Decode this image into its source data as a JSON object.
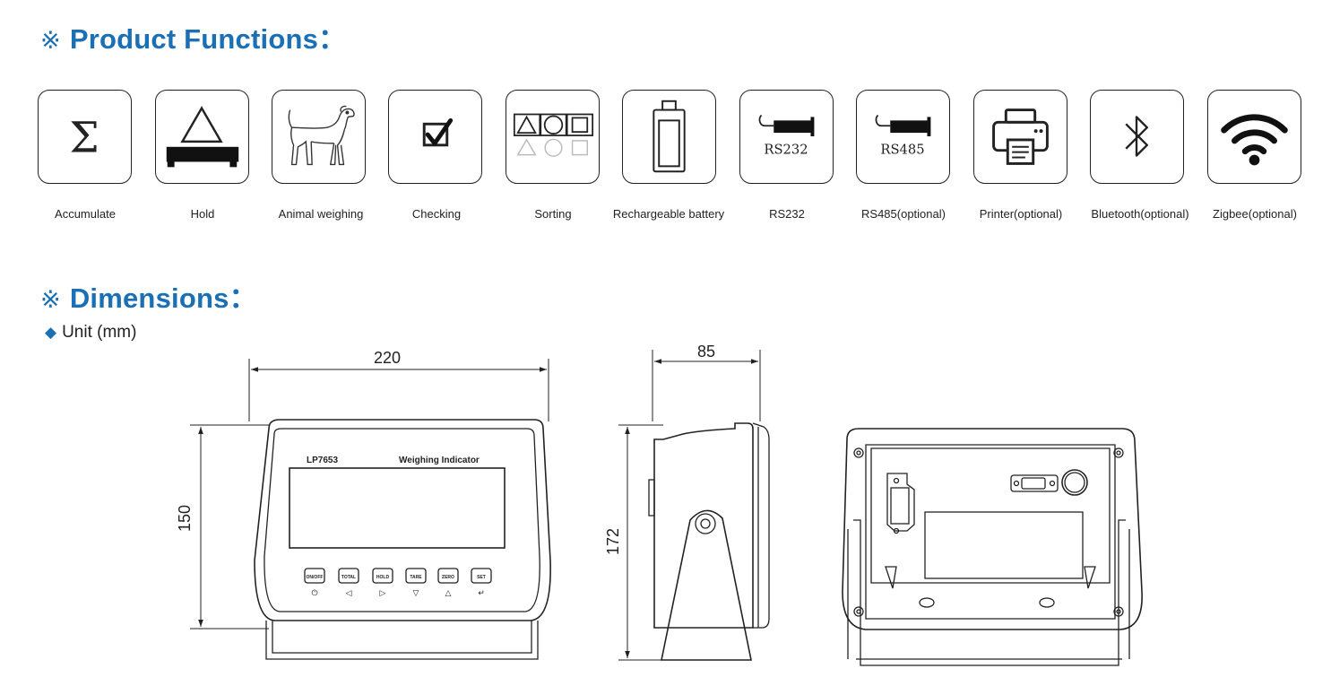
{
  "functions": {
    "heading_mark": "※",
    "heading": "Product Functions：",
    "items": [
      {
        "label": "Accumulate",
        "icon": "sigma-icon"
      },
      {
        "label": "Hold",
        "icon": "hold-platform-icon"
      },
      {
        "label": "Animal weighing",
        "icon": "dog-icon"
      },
      {
        "label": "Checking",
        "icon": "checkbox-icon"
      },
      {
        "label": "Sorting",
        "icon": "shapes-sorting-icon"
      },
      {
        "label": "Rechargeable battery",
        "icon": "battery-icon"
      },
      {
        "label": "RS232",
        "icon": "rs232-cable-icon",
        "plug_text": "RS232"
      },
      {
        "label": "RS485(optional)",
        "icon": "rs485-cable-icon",
        "plug_text": "RS485"
      },
      {
        "label": "Printer(optional)",
        "icon": "printer-icon"
      },
      {
        "label": "Bluetooth(optional)",
        "icon": "bluetooth-icon"
      },
      {
        "label": "Zigbee(optional)",
        "icon": "wifi-icon"
      }
    ]
  },
  "dimensions": {
    "heading_mark": "※",
    "heading": "Dimensions：",
    "unit_bullet": "◆",
    "unit": "Unit (mm)",
    "front": {
      "width": "220",
      "height": "150",
      "model": "LP7653",
      "product_name": "Weighing  Indicator",
      "buttons": [
        {
          "label": "ON/OFF",
          "symbol": "⏻"
        },
        {
          "label": "TOTAL",
          "symbol": "◁"
        },
        {
          "label": "HOLD",
          "symbol": "▷"
        },
        {
          "label": "TARE",
          "symbol": "▽"
        },
        {
          "label": "ZERO",
          "symbol": "△"
        },
        {
          "label": "SET",
          "symbol": "↵"
        }
      ]
    },
    "side": {
      "depth": "85",
      "height": "172"
    }
  },
  "colors": {
    "accent": "#1a6fb5",
    "line": "#222222"
  }
}
